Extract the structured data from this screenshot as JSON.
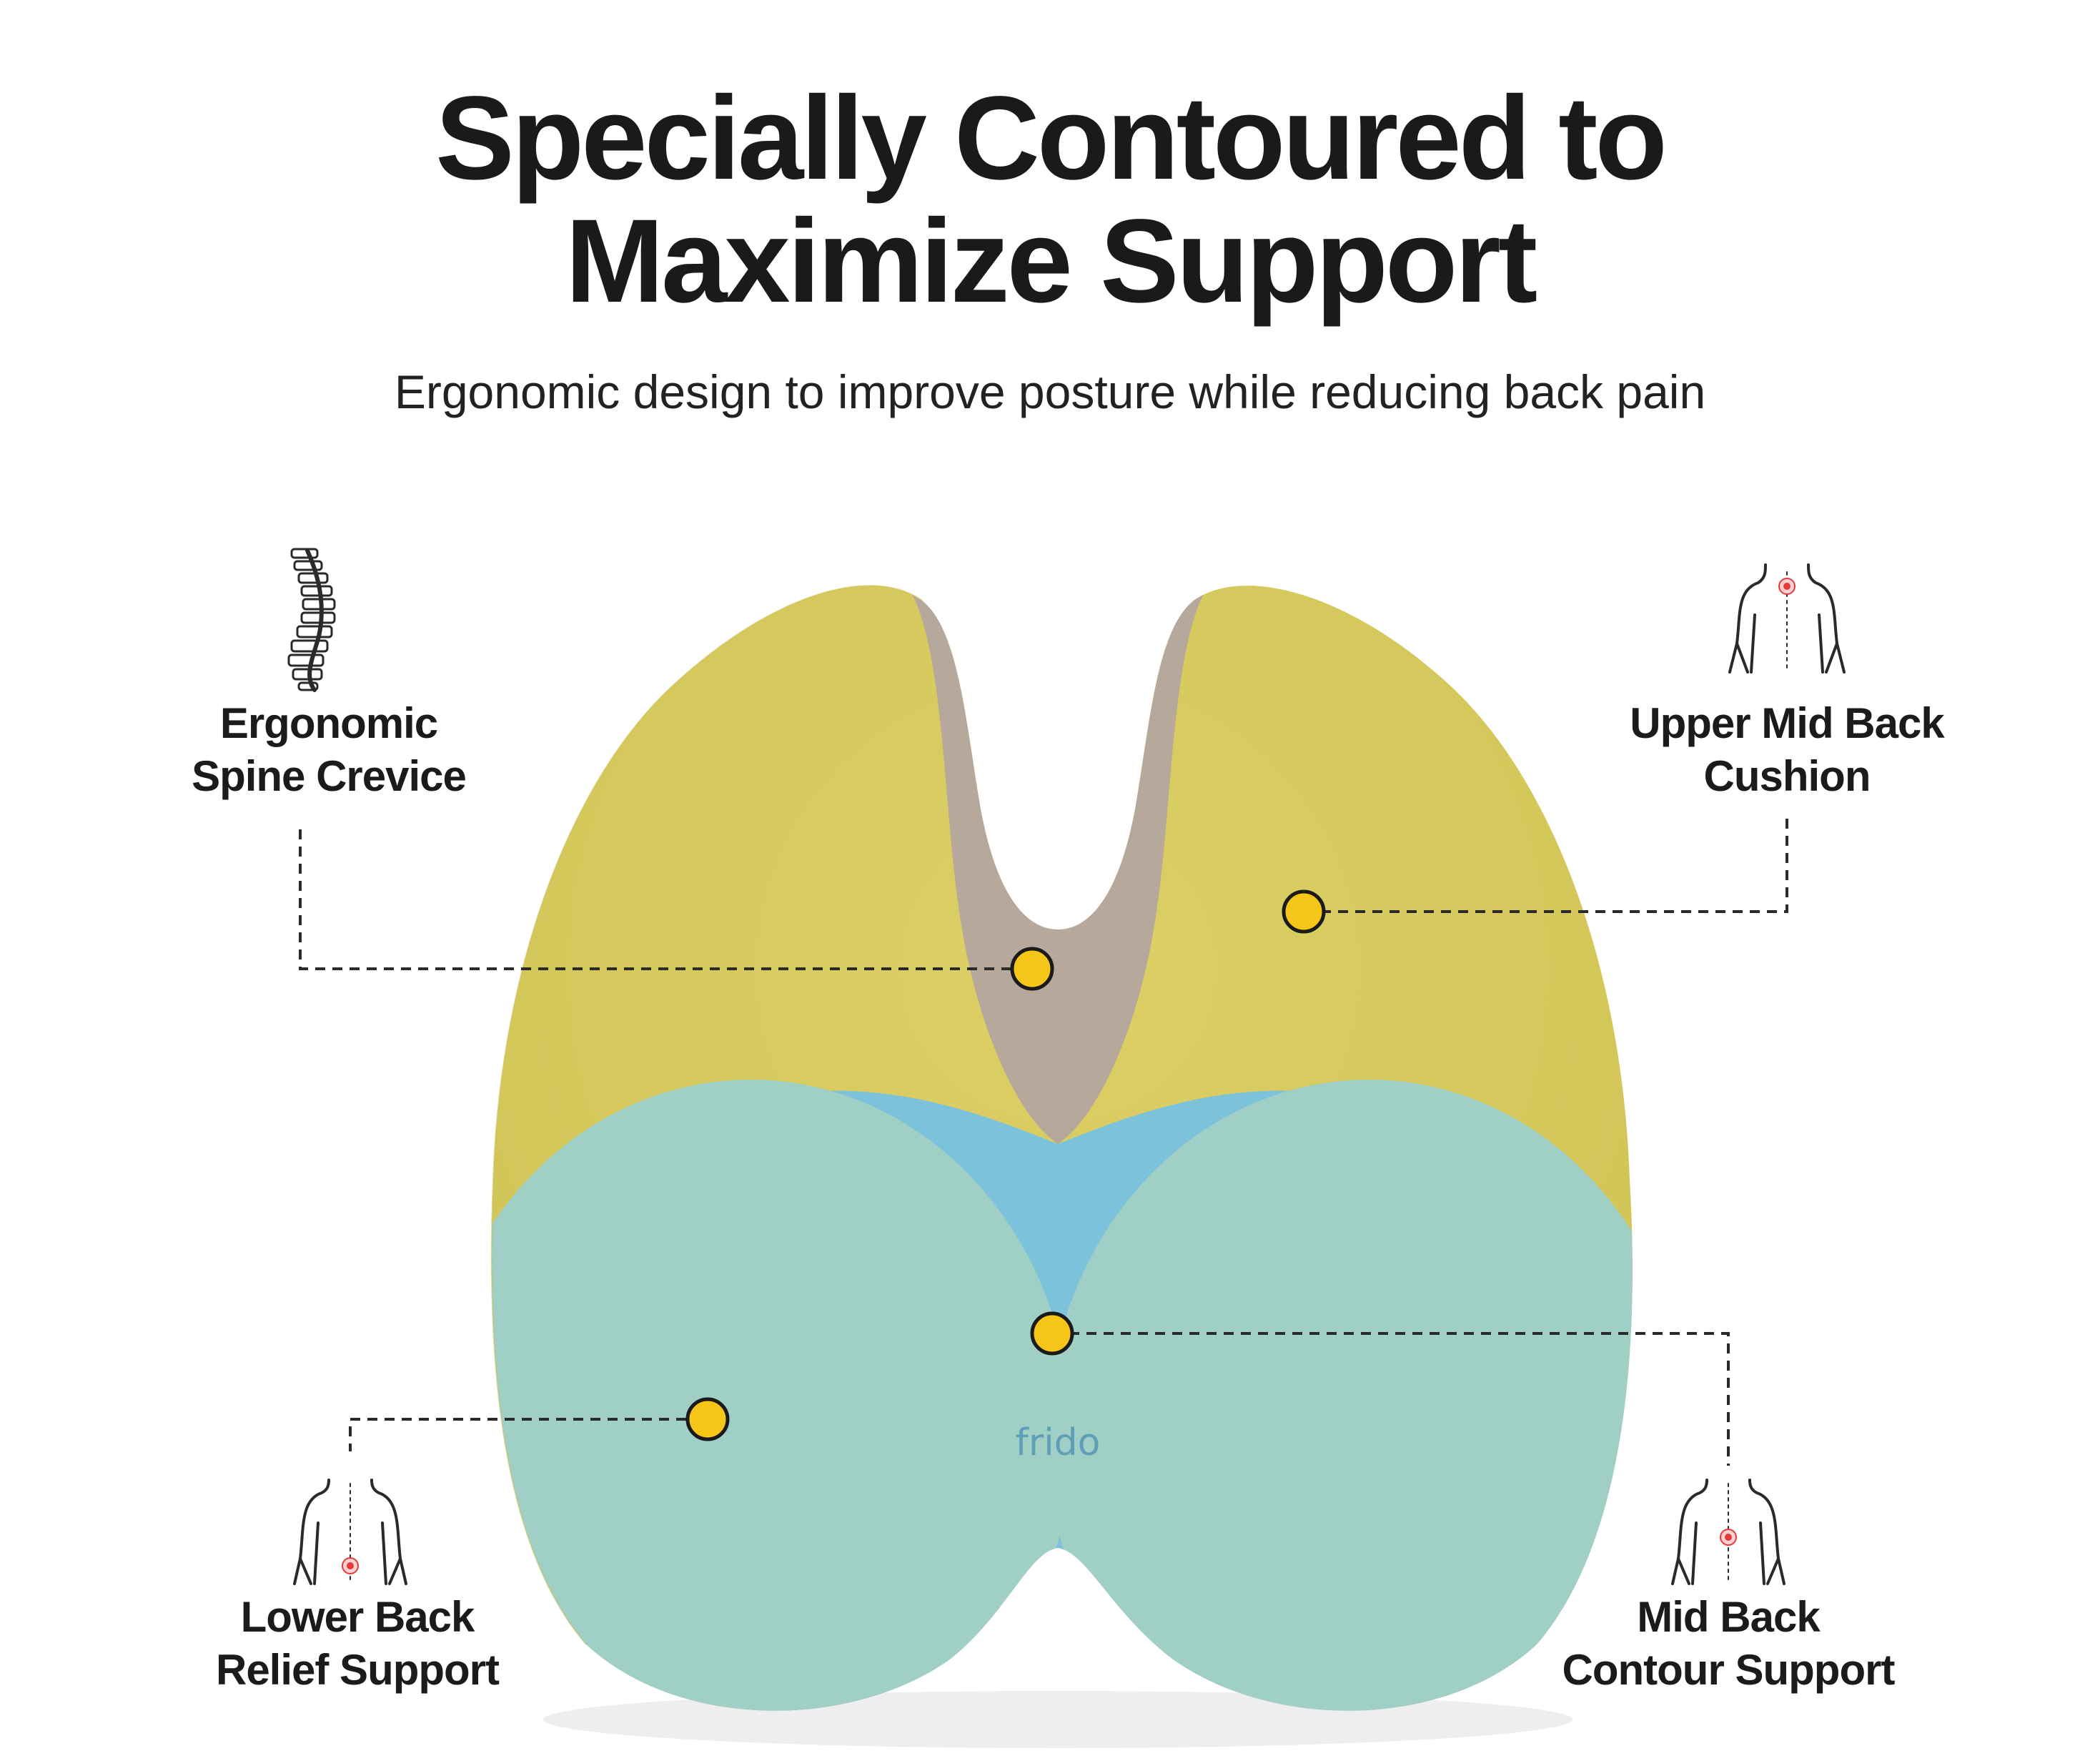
{
  "title": {
    "line1": "Specially Contoured to",
    "line2": "Maximize Support"
  },
  "subtitle": "Ergonomic design to improve posture while reducing back pain",
  "brand": "frido",
  "callouts": {
    "spine_crevice": {
      "line1": "Ergonomic",
      "line2": "Spine Crevice",
      "icon": "spine-icon"
    },
    "upper_mid_back": {
      "line1": "Upper Mid Back",
      "line2": "Cushion",
      "icon": "upper-back-body-icon"
    },
    "lower_back": {
      "line1": "Lower Back",
      "line2": "Relief Support",
      "icon": "lower-back-body-icon"
    },
    "mid_back": {
      "line1": "Mid Back",
      "line2": "Contour Support",
      "icon": "mid-back-body-icon"
    }
  },
  "colors": {
    "yellow_foam": "#d7cc5c",
    "taupe_crevice": "#b7a89c",
    "blue_center": "#79bfd8",
    "teal_lobes": "#9dcdc4",
    "marker": "#f5c518",
    "pain_point": "#e53a3a"
  }
}
